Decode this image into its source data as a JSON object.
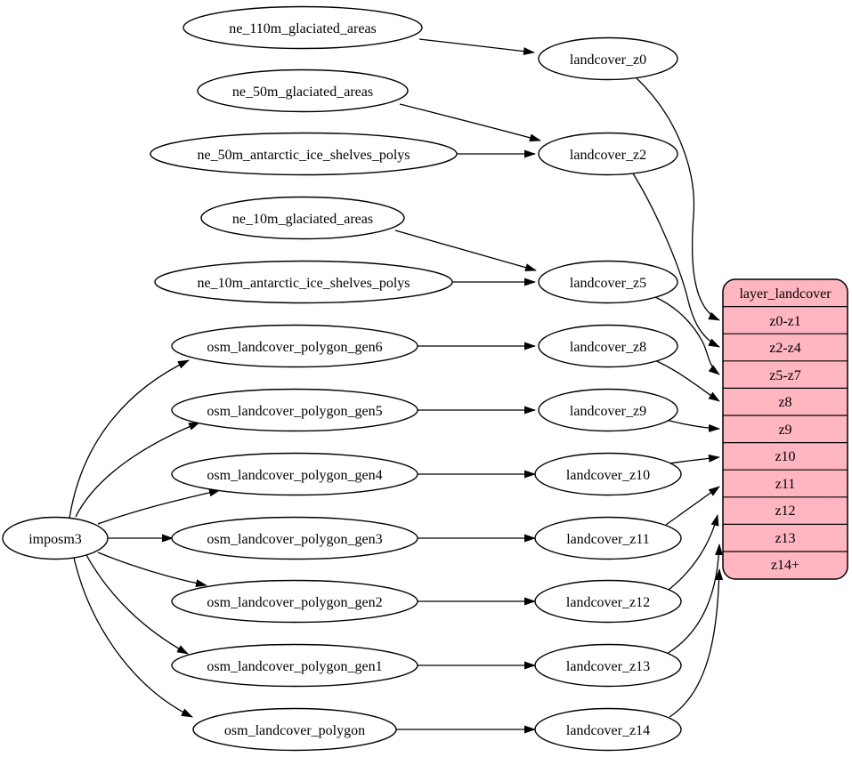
{
  "diagram": {
    "kind": "graphviz-flow-diagram",
    "background": "#ffffff"
  },
  "colors": {
    "node_fill": "#ffffff",
    "stroke": "#000000",
    "record_fill": "#ffb6c1"
  },
  "nodes": {
    "imposm3": "imposm3",
    "ne_110m_glaciated_areas": "ne_110m_glaciated_areas",
    "ne_50m_glaciated_areas": "ne_50m_glaciated_areas",
    "ne_50m_antarctic_ice_shelves_polys": "ne_50m_antarctic_ice_shelves_polys",
    "ne_10m_glaciated_areas": "ne_10m_glaciated_areas",
    "ne_10m_antarctic_ice_shelves_polys": "ne_10m_antarctic_ice_shelves_polys",
    "osm_landcover_polygon_gen6": "osm_landcover_polygon_gen6",
    "osm_landcover_polygon_gen5": "osm_landcover_polygon_gen5",
    "osm_landcover_polygon_gen4": "osm_landcover_polygon_gen4",
    "osm_landcover_polygon_gen3": "osm_landcover_polygon_gen3",
    "osm_landcover_polygon_gen2": "osm_landcover_polygon_gen2",
    "osm_landcover_polygon_gen1": "osm_landcover_polygon_gen1",
    "osm_landcover_polygon": "osm_landcover_polygon",
    "landcover_z0": "landcover_z0",
    "landcover_z2": "landcover_z2",
    "landcover_z5": "landcover_z5",
    "landcover_z8": "landcover_z8",
    "landcover_z9": "landcover_z9",
    "landcover_z10": "landcover_z10",
    "landcover_z11": "landcover_z11",
    "landcover_z12": "landcover_z12",
    "landcover_z13": "landcover_z13",
    "landcover_z14": "landcover_z14"
  },
  "record": {
    "title": "layer_landcover",
    "rows": [
      "z0-z1",
      "z2-z4",
      "z5-z7",
      "z8",
      "z9",
      "z10",
      "z11",
      "z12",
      "z13",
      "z14+"
    ]
  },
  "edges": [
    {
      "from": "imposm3",
      "to": "osm_landcover_polygon_gen6"
    },
    {
      "from": "imposm3",
      "to": "osm_landcover_polygon_gen5"
    },
    {
      "from": "imposm3",
      "to": "osm_landcover_polygon_gen4"
    },
    {
      "from": "imposm3",
      "to": "osm_landcover_polygon_gen3"
    },
    {
      "from": "imposm3",
      "to": "osm_landcover_polygon_gen2"
    },
    {
      "from": "imposm3",
      "to": "osm_landcover_polygon_gen1"
    },
    {
      "from": "imposm3",
      "to": "osm_landcover_polygon"
    },
    {
      "from": "ne_110m_glaciated_areas",
      "to": "landcover_z0"
    },
    {
      "from": "ne_50m_glaciated_areas",
      "to": "landcover_z2"
    },
    {
      "from": "ne_50m_antarctic_ice_shelves_polys",
      "to": "landcover_z2"
    },
    {
      "from": "ne_10m_glaciated_areas",
      "to": "landcover_z5"
    },
    {
      "from": "ne_10m_antarctic_ice_shelves_polys",
      "to": "landcover_z5"
    },
    {
      "from": "osm_landcover_polygon_gen6",
      "to": "landcover_z8"
    },
    {
      "from": "osm_landcover_polygon_gen5",
      "to": "landcover_z9"
    },
    {
      "from": "osm_landcover_polygon_gen4",
      "to": "landcover_z10"
    },
    {
      "from": "osm_landcover_polygon_gen3",
      "to": "landcover_z11"
    },
    {
      "from": "osm_landcover_polygon_gen2",
      "to": "landcover_z12"
    },
    {
      "from": "osm_landcover_polygon_gen1",
      "to": "landcover_z13"
    },
    {
      "from": "osm_landcover_polygon",
      "to": "landcover_z14"
    },
    {
      "from": "landcover_z0",
      "to": "layer_landcover:z0-z1"
    },
    {
      "from": "landcover_z2",
      "to": "layer_landcover:z2-z4"
    },
    {
      "from": "landcover_z5",
      "to": "layer_landcover:z5-z7"
    },
    {
      "from": "landcover_z8",
      "to": "layer_landcover:z8"
    },
    {
      "from": "landcover_z9",
      "to": "layer_landcover:z9"
    },
    {
      "from": "landcover_z10",
      "to": "layer_landcover:z10"
    },
    {
      "from": "landcover_z11",
      "to": "layer_landcover:z11"
    },
    {
      "from": "landcover_z12",
      "to": "layer_landcover:z12"
    },
    {
      "from": "landcover_z13",
      "to": "layer_landcover:z13"
    },
    {
      "from": "landcover_z14",
      "to": "layer_landcover:z14+"
    }
  ]
}
